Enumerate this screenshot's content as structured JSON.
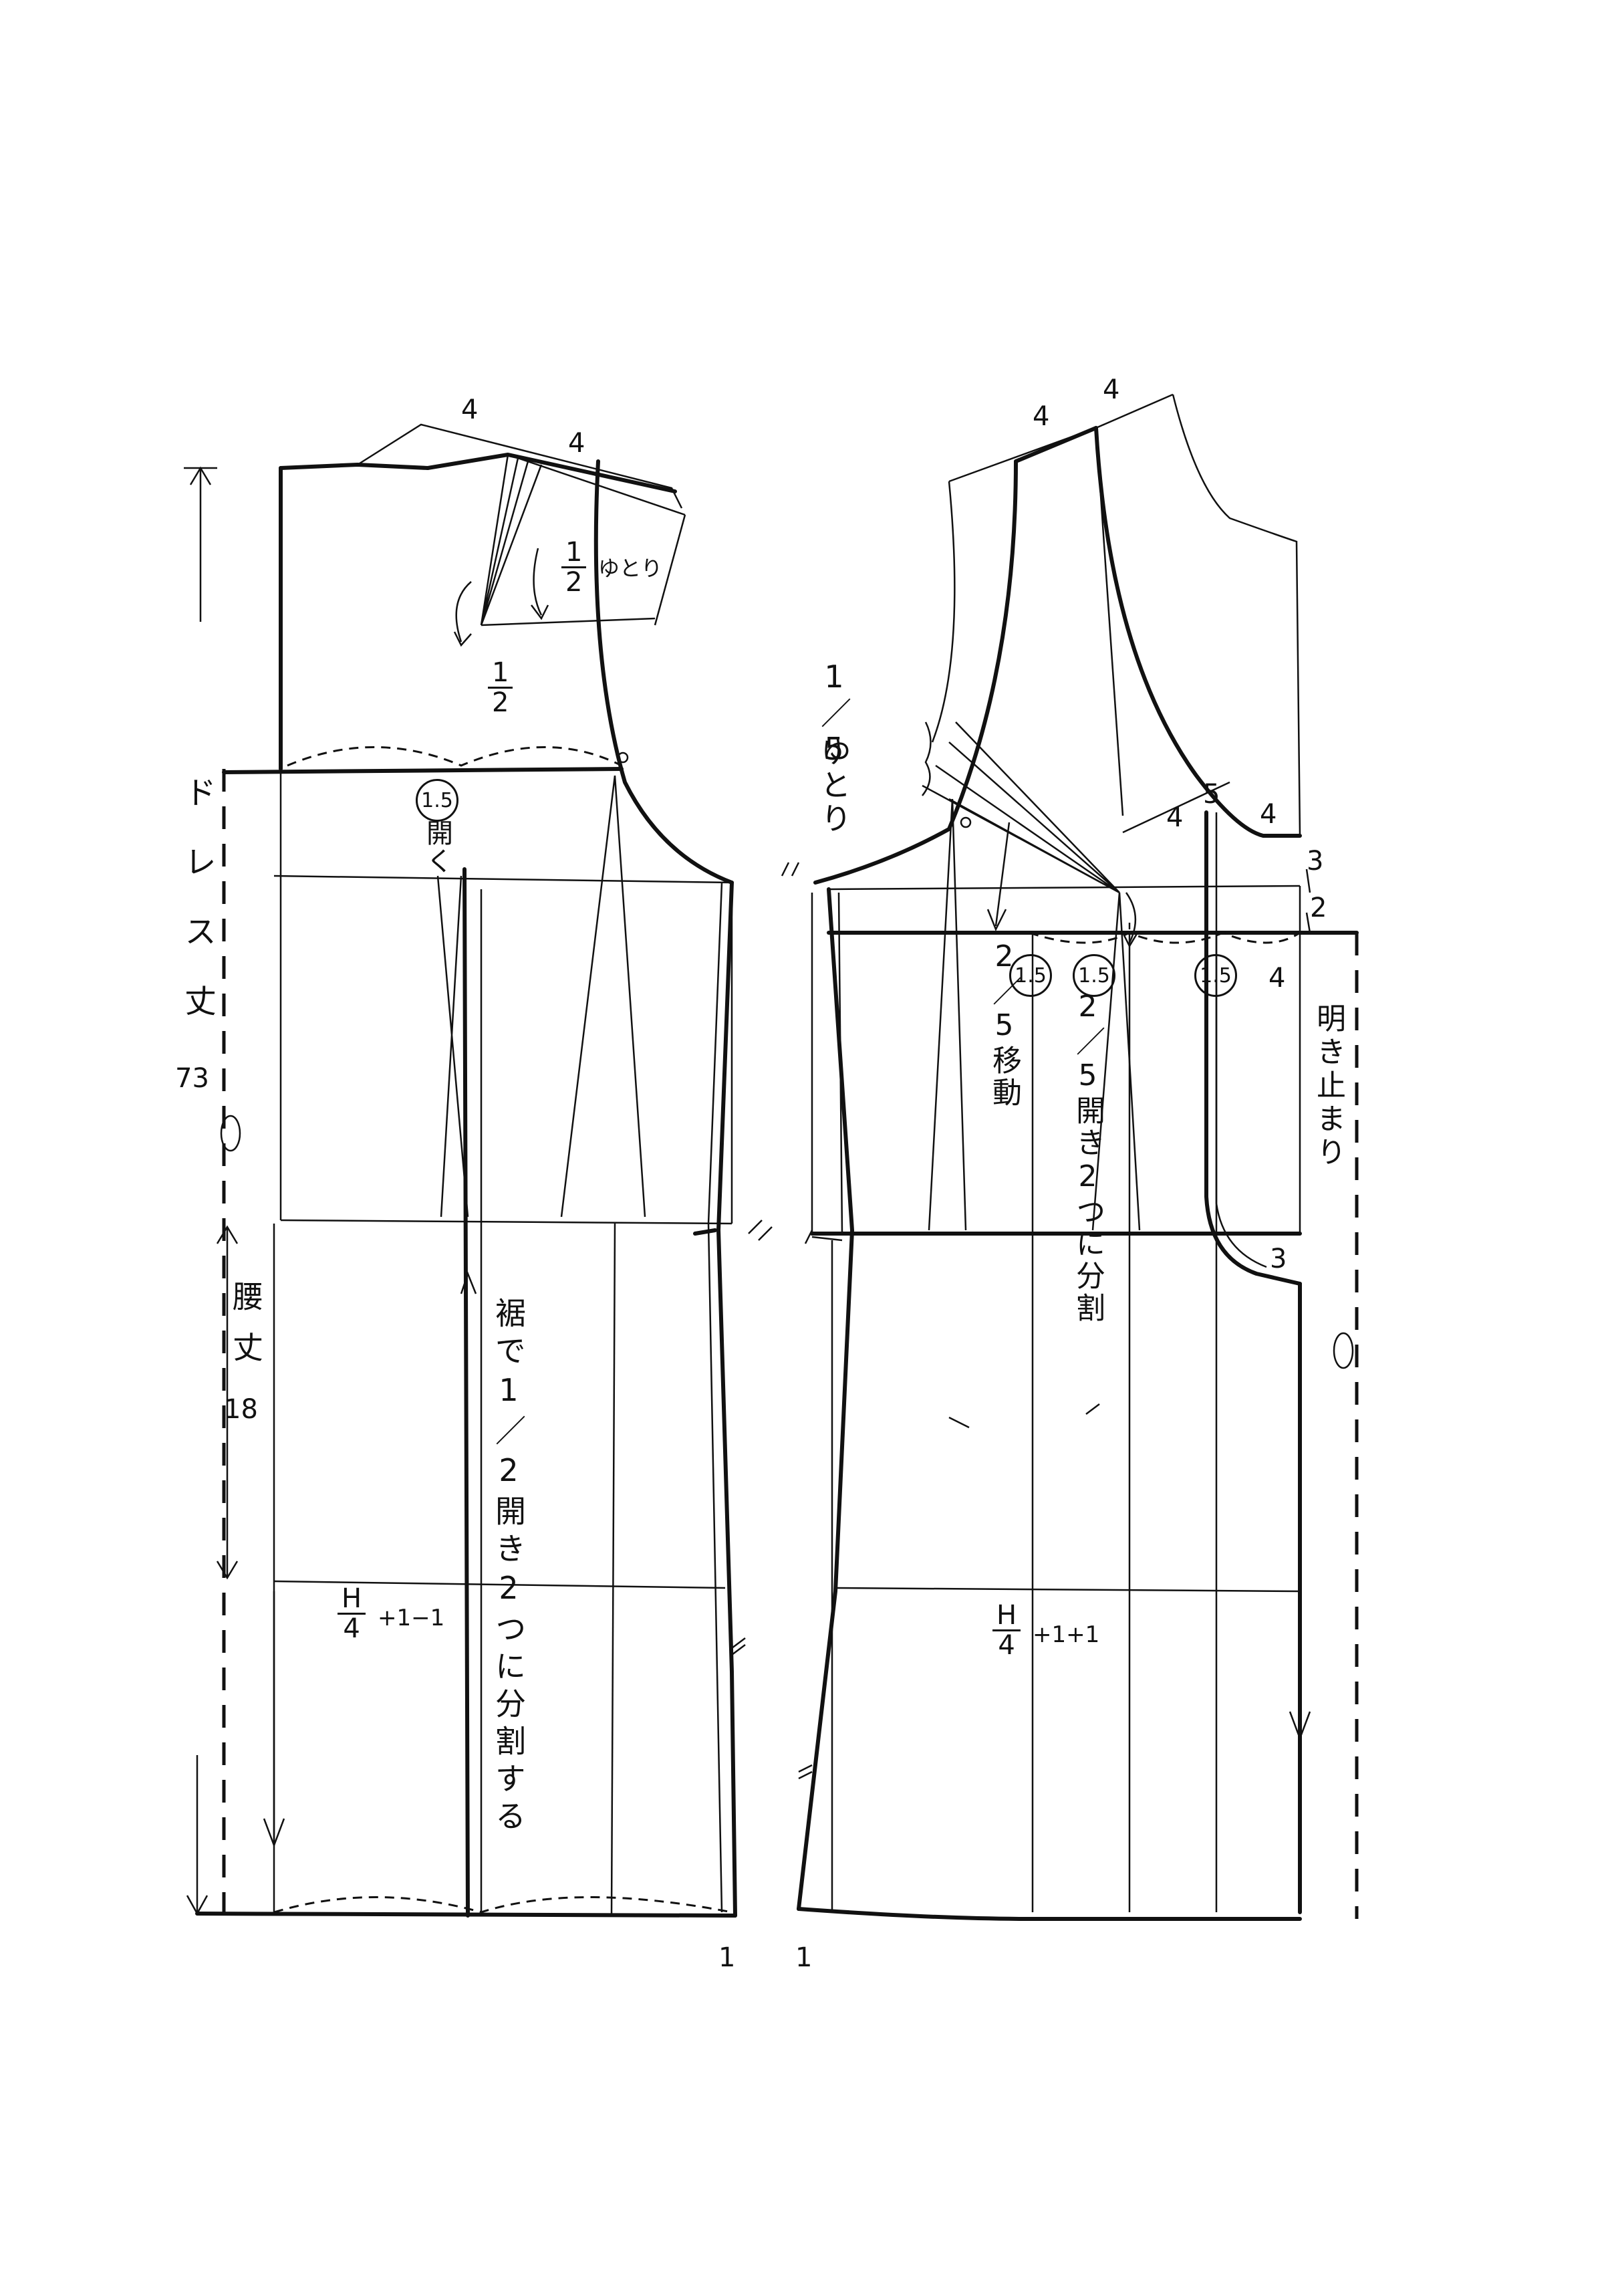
{
  "front": {
    "shoulder_top_4": "4",
    "shoulder_side_4": "4",
    "ease_fraction": {
      "num": "1",
      "den": "2"
    },
    "ease_label": "ゆとり",
    "dart_half": {
      "num": "1",
      "den": "2"
    },
    "open_amount": "1.5",
    "open_label": "開く",
    "dress_length_label": "ドレス丈",
    "dress_length_value": "73",
    "waist_length_label": "腰丈",
    "waist_length_value": "18",
    "hip_formula": {
      "num": "H",
      "den": "4",
      "suffix": "+1−1"
    },
    "hem_split_note": "裾で1／2開き2つに分割する",
    "hem_mark_1": "1"
  },
  "back": {
    "shoulder_4a": "4",
    "shoulder_4b": "4",
    "ease_fraction": "1／5",
    "ease_label": "ゆとり",
    "neck_4": "4",
    "neck_5": "5",
    "neck_4b": "4",
    "side_3": "3",
    "side_2": "2",
    "open_1": "1.5",
    "open_2": "1.5",
    "open_3": "1.5",
    "move_note": "2／5移動",
    "split_note": "2／5開き2つに分割",
    "button_4": "4",
    "opening_stop": "明き止まり",
    "facing_3": "3",
    "hip_formula": {
      "num": "H",
      "den": "4",
      "suffix": "+1+1"
    },
    "hem_mark_1": "1"
  }
}
